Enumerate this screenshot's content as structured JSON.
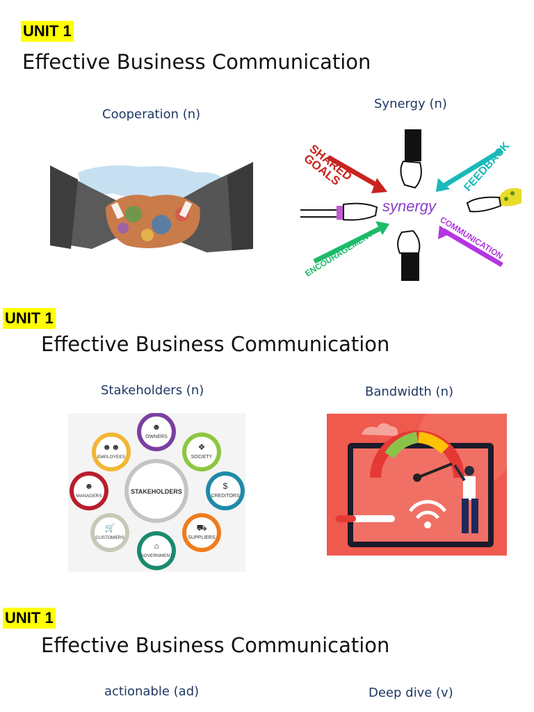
{
  "sections": [
    {
      "unit": "UNIT 1",
      "title": "Effective Business Communication",
      "terms": [
        {
          "label": "Cooperation (n)"
        },
        {
          "label": "Synergy (n)",
          "words": {
            "shared": "SHARED",
            "goals": "GOALS",
            "feedback": "FEEDBACK",
            "synergy": "synergy",
            "encouragement": "ENCOURAGEMENT",
            "communication": "COMMUNICATION"
          }
        }
      ]
    },
    {
      "unit": "UNIT 1",
      "title": "Effective Business Communication",
      "terms": [
        {
          "label": "Stakeholders (n)",
          "hub": "STAKEHOLDERS",
          "nodes": [
            "OWNERS",
            "SOCIETY",
            "CREDITORS",
            "SUPPLIERS",
            "GOVERNMENT",
            "CUSTOMERS",
            "MANAGERS",
            "EMPLOYEES"
          ]
        },
        {
          "label": "Bandwidth (n)"
        }
      ]
    },
    {
      "unit": "UNIT 1",
      "title": "Effective Business Communication",
      "terms": [
        {
          "label": "actionable (ad)"
        },
        {
          "label": "Deep dive (v)"
        }
      ]
    }
  ],
  "colors": {
    "highlight": "#ffff00",
    "term_text": "#1f3864",
    "synergy_purple": "#8a3fc7",
    "bandwidth_bg": "#ee5a4d"
  }
}
